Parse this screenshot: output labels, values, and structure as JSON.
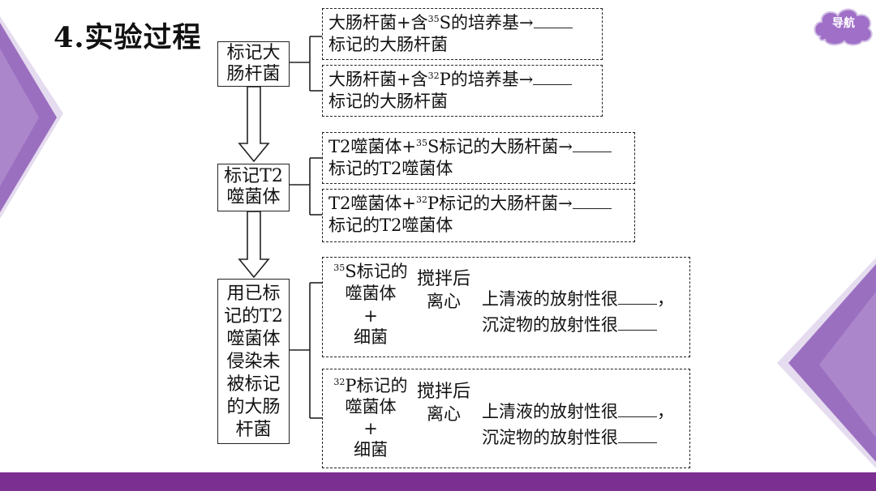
{
  "title": "4.实验过程",
  "nav": {
    "label": "导航"
  },
  "step1": {
    "label": "标记大\n肠杆菌",
    "a": {
      "pre": "大肠杆菌+含",
      "sup": "35",
      "elem": "S的培养基→",
      "line2": "标记的大肠杆菌"
    },
    "b": {
      "pre": "大肠杆菌+含",
      "sup": "32",
      "elem": "P的培养基→",
      "line2": "标记的大肠杆菌"
    }
  },
  "step2": {
    "label": "标记T2\n噬菌体",
    "a": {
      "pre": "T2噬菌体+",
      "sup": "35",
      "elem": "S标记的大肠杆菌→",
      "line2": "标记的T2噬菌体"
    },
    "b": {
      "pre": "T2噬菌体+",
      "sup": "32",
      "elem": "P标记的大肠杆菌→",
      "line2": "标记的T2噬菌体"
    }
  },
  "step3": {
    "label": "用已标\n记的T2\n噬菌体\n侵染未\n被标记\n的大肠\n杆菌",
    "a": {
      "sup": "35",
      "elem": "S标记的",
      "phage": "噬菌体",
      "plus": "+",
      "bact": "细菌",
      "op": "搅拌后",
      "op2": "离心",
      "r1": "上清液的放射性很",
      "comma": "，",
      "r2": "沉淀物的放射性很"
    },
    "b": {
      "sup": "32",
      "elem": "P标记的",
      "phage": "噬菌体",
      "plus": "+",
      "bact": "细菌",
      "op": "搅拌后",
      "op2": "离心",
      "r1": "上清液的放射性很",
      "comma": "，",
      "r2": "沉淀物的放射性很"
    }
  },
  "colors": {
    "accent": "#7b2f91",
    "triangle": "#9b6fc0",
    "triangle_light": "#d8c8e8"
  }
}
